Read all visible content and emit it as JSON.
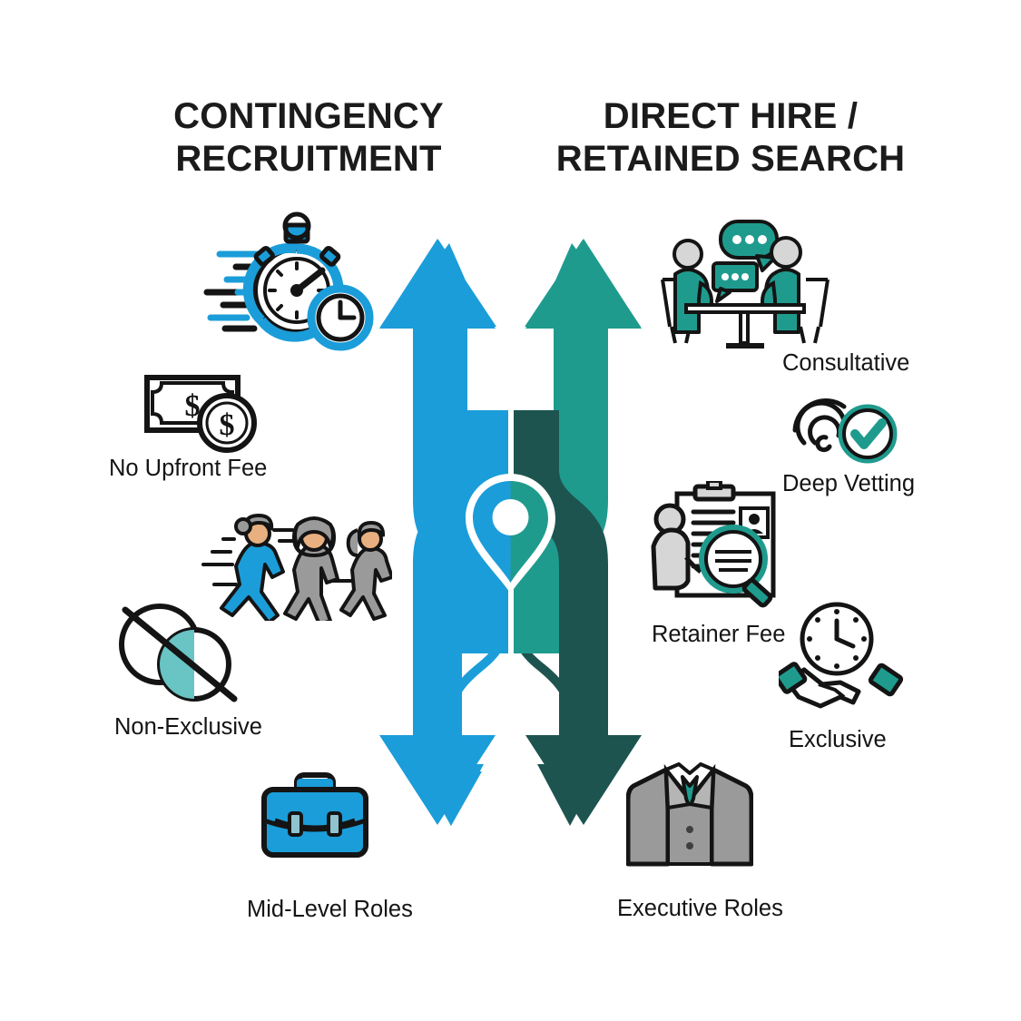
{
  "titles": {
    "left": "CONTINGENCY\nRECRUITMENT",
    "right": "DIRECT HIRE /\nRETAINED SEARCH"
  },
  "colors": {
    "blue": "#1b9dd9",
    "teal": "#1f9b8e",
    "dark_teal": "#1d5450",
    "ink": "#141414",
    "gray": "#9a9a9a",
    "light_gray": "#d6d6d6",
    "background": "#ffffff"
  },
  "left_column": {
    "items": [
      {
        "icon": "stopwatch-speed-icon",
        "label": ""
      },
      {
        "icon": "banknote-coin-icon",
        "label": "No Upfront Fee"
      },
      {
        "icon": "running-people-icon",
        "label": ""
      },
      {
        "icon": "non-exclusive-circles-icon",
        "label": "Non-Exclusive"
      },
      {
        "icon": "briefcase-icon",
        "label": "Mid-Level Roles"
      }
    ]
  },
  "right_column": {
    "items": [
      {
        "icon": "meeting-speech-bubbles-icon",
        "label": "Consultative"
      },
      {
        "icon": "fingerprint-check-icon",
        "label": "Deep Vetting"
      },
      {
        "icon": "resume-magnifier-icon",
        "label": "Retainer Fee"
      },
      {
        "icon": "handshake-clock-icon",
        "label": "Exclusive"
      },
      {
        "icon": "business-suit-icon",
        "label": "Executive Roles"
      }
    ]
  },
  "diagram": {
    "name": "crossing-arrows-diagram",
    "up_left_color": "#1b9dd9",
    "up_right_color": "#1f9b8e",
    "down_left_color": "#1b9dd9",
    "down_right_color": "#1d5450",
    "center_marker": "location-pin-marker"
  }
}
